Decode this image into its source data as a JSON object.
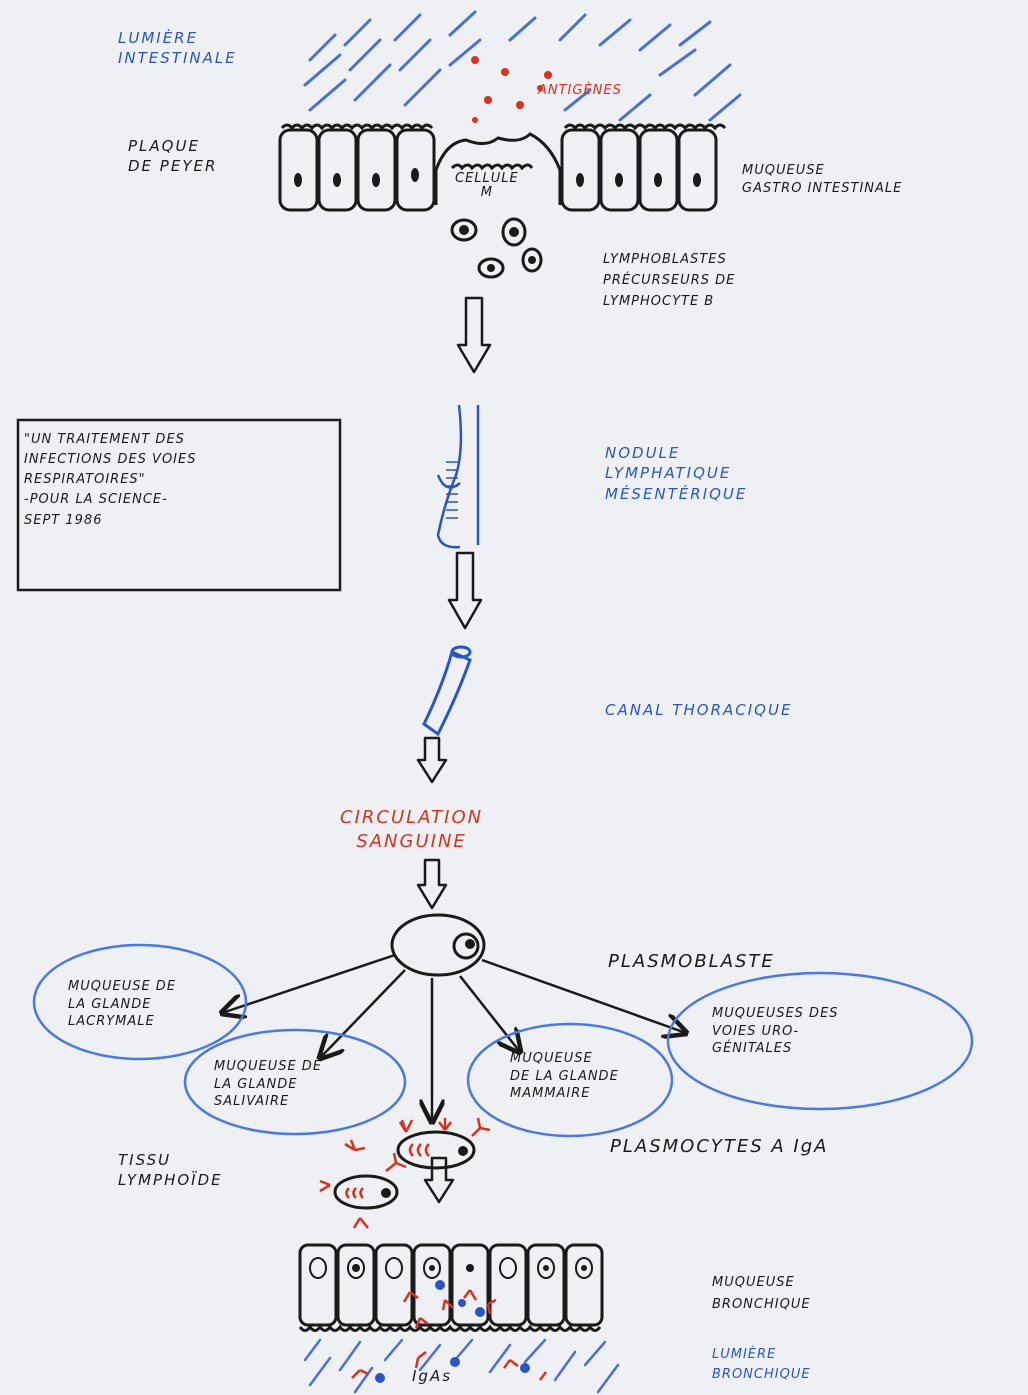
{
  "colors": {
    "ink": "#1a1a1a",
    "blue": "#2a55c4",
    "red": "#d9301f",
    "paper": "#eef0f4"
  },
  "labels": {
    "lumiere_intestinale": "LUMIÈRE\nINTESTINALE",
    "antigenes": "ANTIGÈNES",
    "plaque_de_peyer": "PLAQUE\nDE PEYER",
    "cellule_m": "CELLULE\nM",
    "muqueuse_gi": "MUQUEUSE\nGASTRO INTESTINALE",
    "lymphoblastes": "LYMPHOBLASTES\nPRÉCURSEURS DE\nLYMPHOCYTE B",
    "citation": "\"UN TRAITEMENT DES\nINFECTIONS DES VOIES\nRESPIRATOIRES\"\n-POUR LA SCIENCE-\nSEPT 1986",
    "nodule": "NODULE\nLYMPHATIQUE\nMÉSENTÉRIQUE",
    "canal": "CANAL THORACIQUE",
    "circulation": "CIRCULATION\nSANGUINE",
    "plasmoblaste": "PLASMOBLASTE",
    "glande_lacrymale": "MUQUEUSE DE\nLA GLANDE\nLACRYMALE",
    "glande_salivaire": "MUQUEUSE DE\nLA GLANDE\nSALIVAIRE",
    "glande_mammaire": "MUQUEUSE\nDE LA GLANDE\nMAMMAIRE",
    "voies_urogenitales": "MUQUEUSES DES\nVOIES URO-\nGÉNITALES",
    "plasmocytes": "PLASMOCYTES A IgA",
    "tissu_lymphoide": "TISSU\nLYMPHOÏDE",
    "muqueuse_bronchique": "MUQUEUSE\nBRONCHIQUE",
    "lumiere_bronchique": "LUMIÈRE\nBRONCHIQUE",
    "igas": "IgAs"
  }
}
